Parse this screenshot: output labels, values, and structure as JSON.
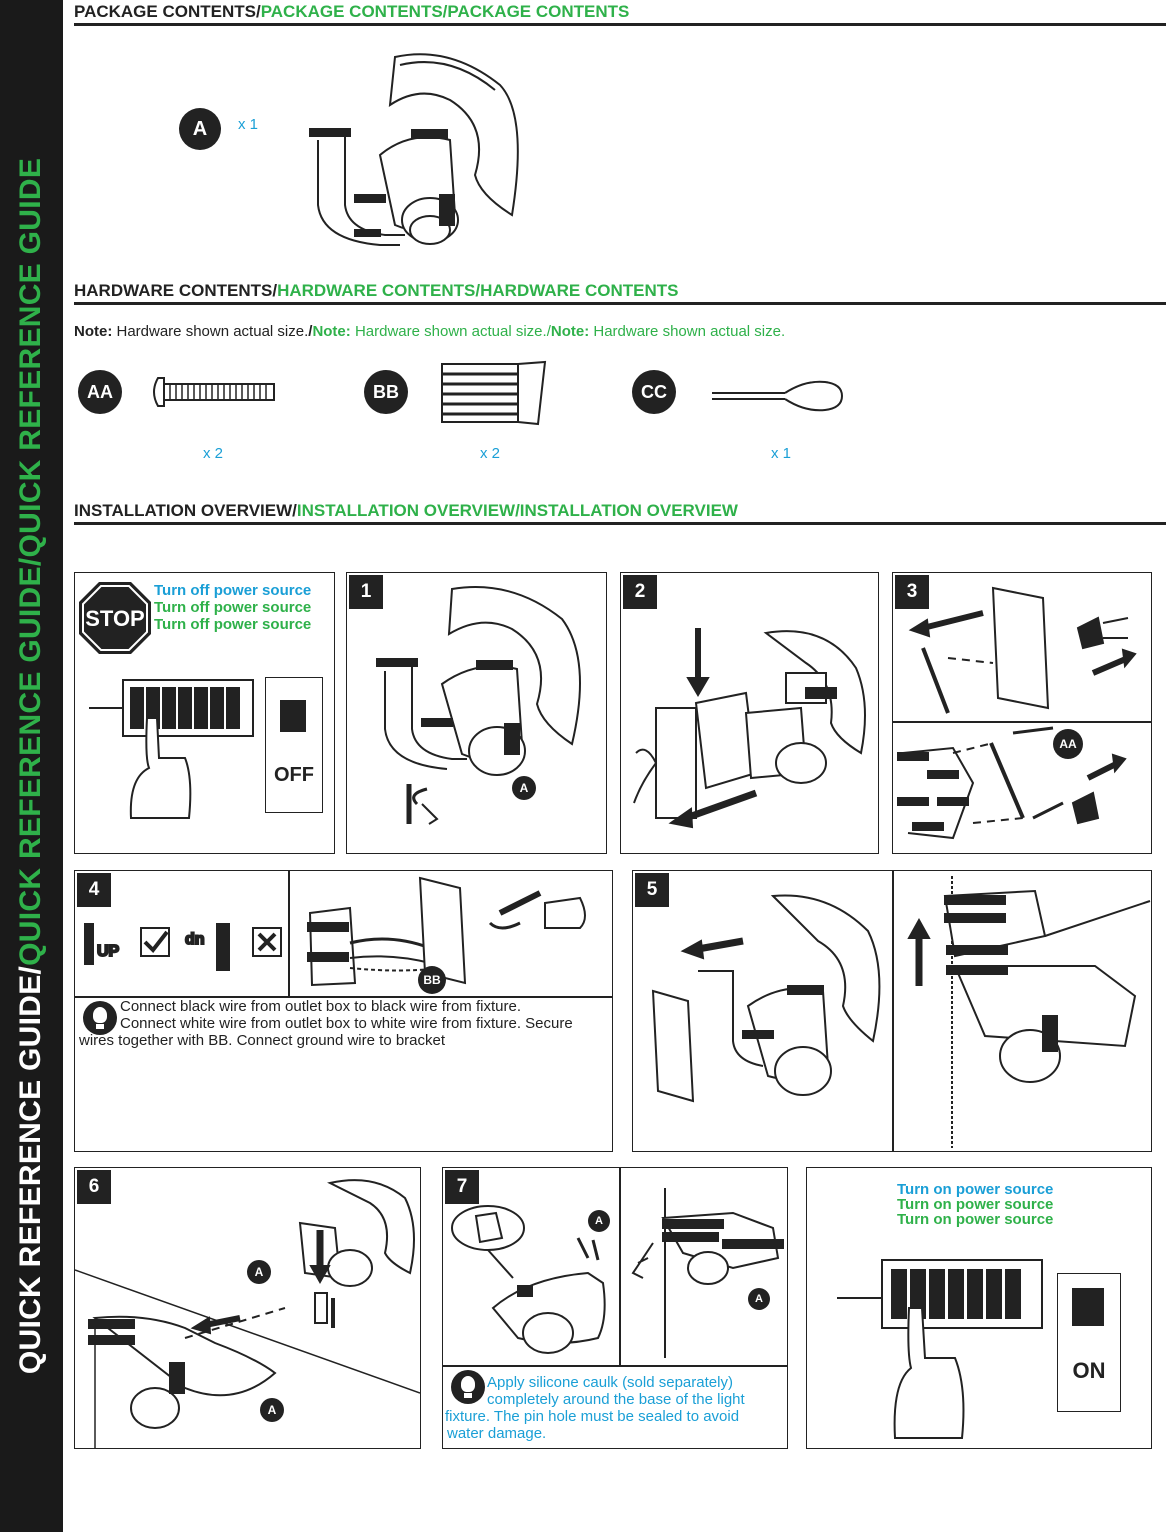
{
  "sidebar": {
    "white_1": "QUICK REFERENCE GUIDE/",
    "green": "QUICK REFERENCE GUIDE/QUICK REFERENCE GUIDE"
  },
  "package": {
    "heading_black": "PACKAGE CONTENTS/",
    "heading_green": "PACKAGE CONTENTS/PACKAGE CONTENTS",
    "item_label": "A",
    "item_qty": "x 1"
  },
  "hardware": {
    "heading_black": "HARDWARE CONTENTS/",
    "heading_green": "HARDWARE CONTENTS/HARDWARE CONTENTS",
    "note_label": "Note:",
    "note_text": "Hardware shown actual size.",
    "note_label_2": "Note:",
    "note_text_2": "Hardware shown actual size./",
    "note_label_3": "Note:",
    "note_text_3": "Hardware shown actual size.",
    "items": [
      {
        "label": "AA",
        "qty": "x 2"
      },
      {
        "label": "BB",
        "qty": "x 2"
      },
      {
        "label": "CC",
        "qty": "x 1"
      }
    ]
  },
  "installation": {
    "heading_black": "INSTALLATION OVERVIEW/",
    "heading_green": "INSTALLATION OVERVIEW/INSTALLATION OVERVIEW",
    "stop_panel": {
      "stop_text": "STOP",
      "line_1_a": "Turn off",
      "line_1_b": "power source",
      "line_2_a": "Turn off",
      "line_2_b": "power source",
      "line_3_a": "Turn off",
      "line_3_b": "power source",
      "switch_label": "OFF"
    },
    "steps": {
      "s1": "1",
      "s1_part": "A",
      "s2": "2",
      "s3": "3",
      "s3_part": "AA",
      "s4": "4",
      "s4_up": "UP",
      "s4_dn": "dn",
      "s4_part": "BB",
      "s4_tip_1": "Connect black wire from outlet box to black wire from fixture.",
      "s4_tip_2": "Connect white wire from outlet box to white wire from fixture. Secure",
      "s4_tip_3": "wires together with BB. Connect ground wire to bracket",
      "s5": "5",
      "s6": "6",
      "s6_part_1": "A",
      "s6_part_2": "A",
      "s7": "7",
      "s7_part_1": "A",
      "s7_part_2": "A",
      "s7_tip_1": "Apply silicone caulk (sold separately)",
      "s7_tip_2": "completely around the base of the light",
      "s7_tip_3": "fixture. The pin hole must be sealed to avoid",
      "s7_tip_4": "water damage."
    },
    "on_panel": {
      "line_1": "Turn on power source",
      "line_2": "Turn on power source",
      "line_3": "Turn on power source",
      "switch_label": "ON"
    }
  }
}
